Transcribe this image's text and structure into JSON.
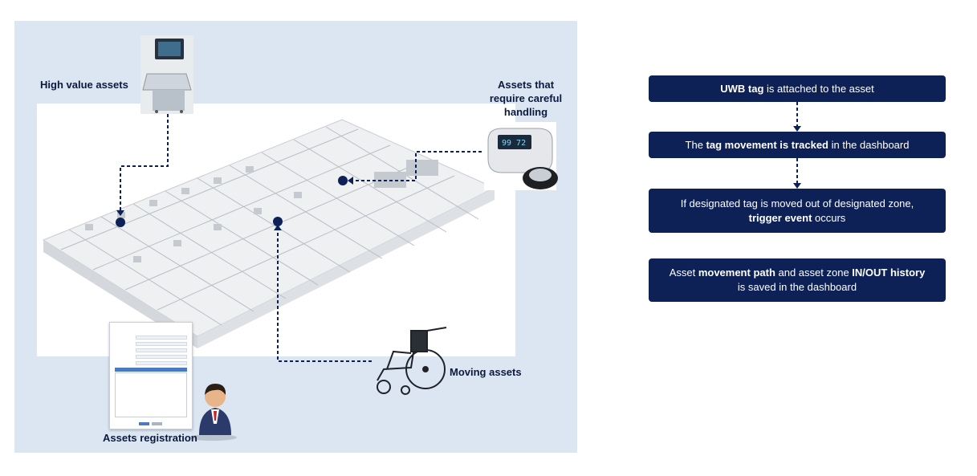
{
  "labels": {
    "high_value": "High value assets",
    "careful_line1": "Assets that",
    "careful_line2": "require careful",
    "careful_line3": "handling",
    "moving": "Moving assets",
    "registration": "Assets registration"
  },
  "steps": [
    {
      "bold1": "UWB tag",
      "text1": " is attached to the asset"
    },
    {
      "text0": "The ",
      "bold1": "tag movement is tracked",
      "text1": " in the dashboard"
    },
    {
      "line1": "If designated tag is moved out of designated zone,",
      "bold1": "trigger event",
      "text1": " occurs"
    },
    {
      "text0": "Asset ",
      "bold1": "movement path",
      "text1": " and asset zone ",
      "bold2": "IN/OUT history",
      "line2": "is saved in the dashboard"
    }
  ],
  "colors": {
    "navy": "#0d2157",
    "panel_bg": "#dbe6f2",
    "text_dark": "#0b1a3e"
  },
  "icons": [
    "ultrasound-machine-icon",
    "pulse-oximeter-icon",
    "wheelchair-icon",
    "person-icon"
  ]
}
